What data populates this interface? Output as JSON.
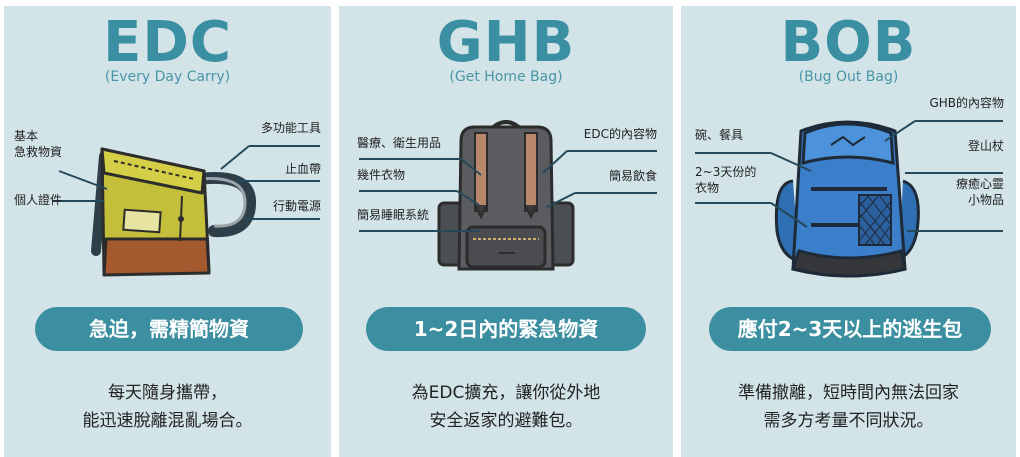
{
  "panels": [
    {
      "title": "EDC",
      "subtitle": "(Every Day Carry)",
      "labels": {
        "first_aid": "基本\n急救物資",
        "multitool": "多功能工具",
        "tourniquet": "止血帶",
        "id_docs": "個人證件",
        "power_bank": "行動電源"
      },
      "pill": "急迫，需精簡物資",
      "desc": [
        "每天隨身攜帶，",
        "能迅速脫離混亂場合。"
      ]
    },
    {
      "title": "GHB",
      "subtitle": "(Get Home Bag)",
      "labels": {
        "medical": "醫療、衛生用品",
        "edc_contents": "EDC的內容物",
        "clothes": "幾件衣物",
        "food": "簡易飲食",
        "sleep": "簡易睡眠系統"
      },
      "pill": "1~2日內的緊急物資",
      "desc": [
        "為EDC擴充，讓你從外地",
        "安全返家的避難包。"
      ]
    },
    {
      "title": "BOB",
      "subtitle": "(Bug Out Bag)",
      "labels": {
        "ghb_contents": "GHB的內容物",
        "bowl": "碗、餐具",
        "poles": "登山杖",
        "clothes": "2~3天份的\n衣物",
        "comfort": "療癒心靈\n小物品"
      },
      "pill": "應付2~3天以上的逃生包",
      "desc": [
        "準備撤離，短時間內無法回家",
        "需多方考量不同狀況。"
      ]
    }
  ]
}
